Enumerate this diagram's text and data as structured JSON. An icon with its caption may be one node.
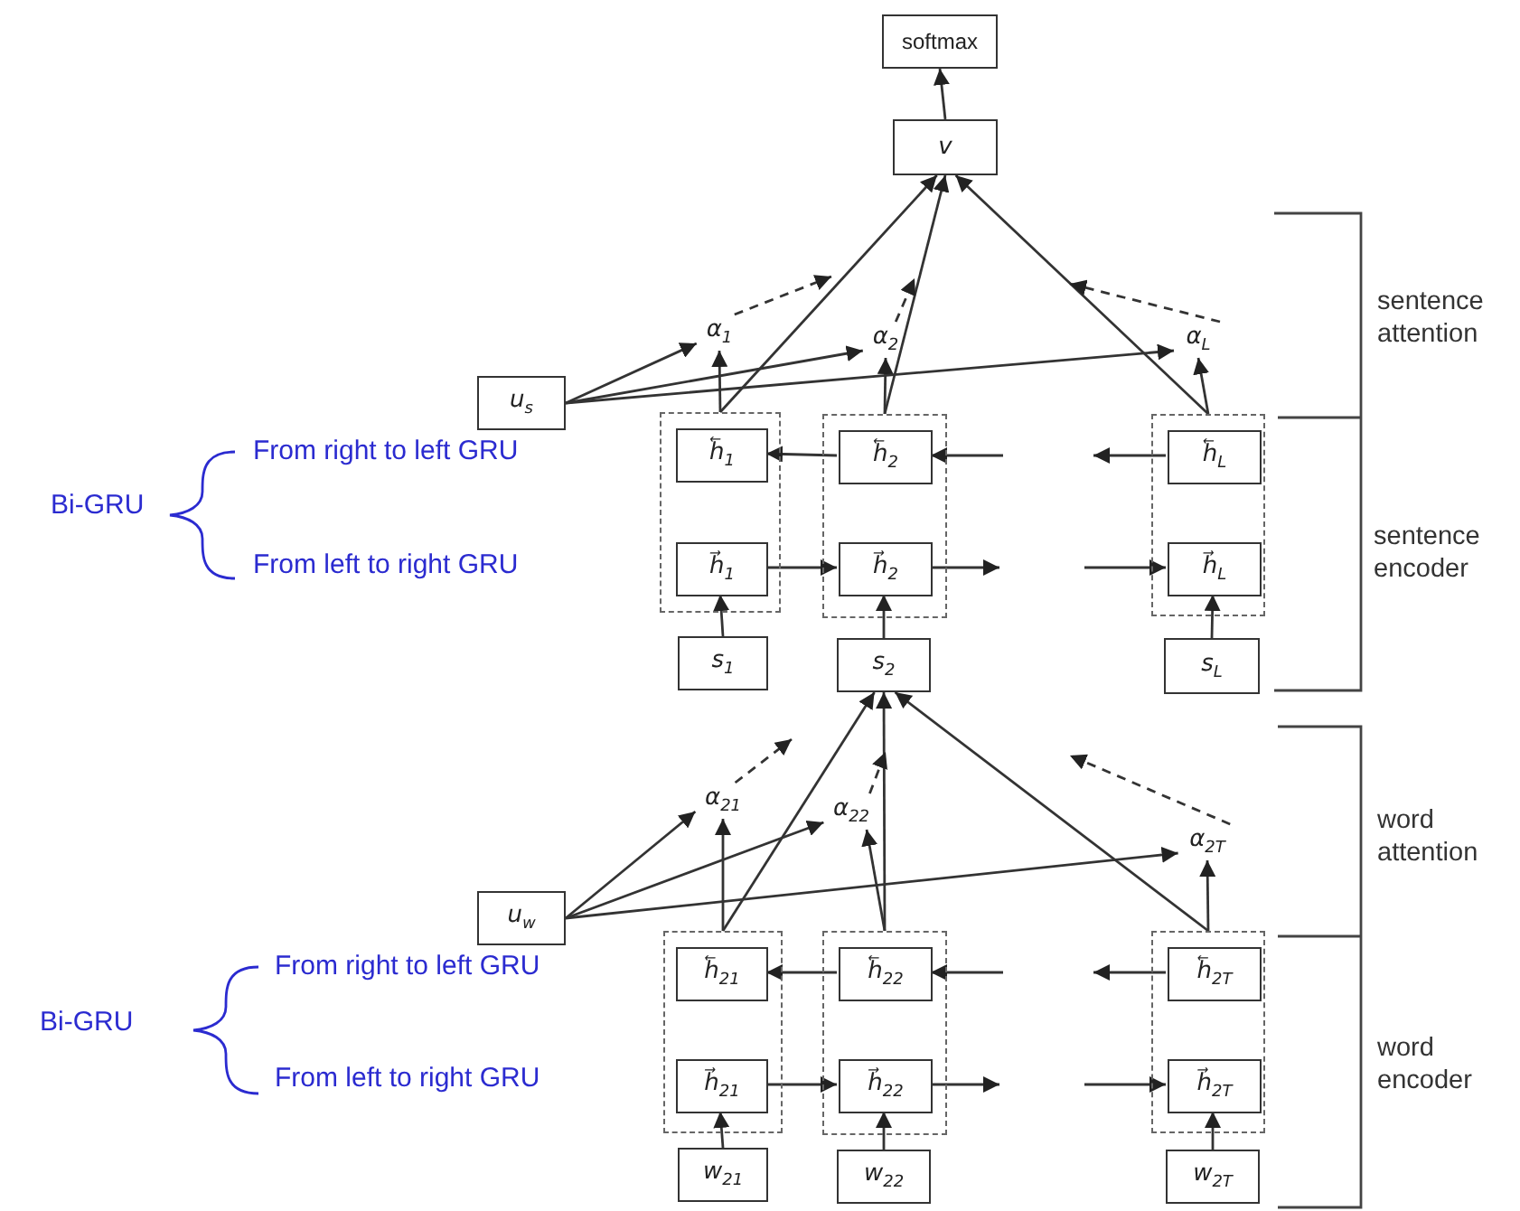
{
  "diagram": {
    "nodes": [
      {
        "text": [
          "softmax"
        ]
      },
      {
        "text": [
          "v"
        ]
      },
      {
        "text": [
          "α$_{1}$"
        ]
      },
      {
        "text": [
          "α$_{2}$"
        ]
      },
      {
        "text": [
          "α$_{L}$"
        ]
      },
      {
        "text": [
          "u$_{s}$"
        ]
      },
      {
        "text": [],
        "shape": "box"
      },
      {
        "text": [
          "h⃖$_{1}$"
        ],
        "in": 6
      },
      {
        "text": [
          "h⃗$_{1}$"
        ],
        "in": 6
      },
      {
        "text": [],
        "shape": "box"
      },
      {
        "text": [
          "h⃖$_{2}$"
        ],
        "in": 9
      },
      {
        "text": [
          "h⃗$_{2}$"
        ],
        "in": 9
      },
      {
        "text": [],
        "shape": "box"
      },
      {
        "text": [
          "h⃖$_{L}$"
        ],
        "in": 12
      },
      {
        "text": [
          "h⃗$_{L}$"
        ],
        "in": 12
      },
      {
        "text": [
          "s$_{1}$"
        ]
      },
      {
        "text": [
          "s$_{2}$"
        ]
      },
      {
        "text": [
          "s$_{L}$"
        ]
      },
      {
        "text": [
          "α$_{21}$"
        ]
      },
      {
        "text": [
          "α$_{22}$"
        ]
      },
      {
        "text": [
          "α$_{2T}$"
        ]
      },
      {
        "text": [
          "u$_{w}$"
        ]
      },
      {
        "text": [],
        "shape": "box"
      },
      {
        "text": [
          "h⃖$_{21}$"
        ],
        "in": 22
      },
      {
        "text": [
          "h⃗$_{21}$"
        ],
        "in": 22
      },
      {
        "text": [],
        "shape": "box"
      },
      {
        "text": [
          "h⃖$_{22}$"
        ],
        "in": 25
      },
      {
        "text": [
          "h⃗$_{22}$"
        ],
        "in": 25
      },
      {
        "text": [],
        "shape": "box"
      },
      {
        "text": [
          "h⃖$_{2T}$"
        ],
        "in": 28
      },
      {
        "text": [
          "h⃗$_{2T}$"
        ],
        "in": 28
      },
      {
        "text": [
          "w$_{21}$"
        ]
      },
      {
        "text": [
          "w$_{22}$"
        ]
      },
      {
        "text": [
          "w$_{2T}$"
        ]
      }
    ],
    "edges": [
      {
        "from": 1,
        "to": 0,
        "arrow": "to"
      },
      {
        "from": 6,
        "to": 1,
        "arrow": "to"
      },
      {
        "from": 9,
        "to": 1,
        "arrow": "to"
      },
      {
        "from": 12,
        "to": 1,
        "arrow": "to"
      },
      {
        "from": 6,
        "to": 2,
        "arrow": "to"
      },
      {
        "from": 9,
        "to": 3,
        "arrow": "to"
      },
      {
        "from": 12,
        "to": 4,
        "arrow": "to"
      },
      {
        "from": 5,
        "to": 2,
        "arrow": "to"
      },
      {
        "from": 5,
        "to": 3,
        "arrow": "to"
      },
      {
        "from": 5,
        "to": 4,
        "arrow": "to"
      },
      {
        "from": 2,
        "to": null,
        "arrow": "to",
        "style": "dashed"
      },
      {
        "from": 3,
        "to": null,
        "arrow": "to",
        "style": "dashed"
      },
      {
        "from": 4,
        "to": null,
        "arrow": "to",
        "style": "dashed"
      },
      {
        "from": 10,
        "to": 7,
        "arrow": "to"
      },
      {
        "from": null,
        "to": 10,
        "arrow": "to"
      },
      {
        "from": 13,
        "to": null,
        "arrow": "to"
      },
      {
        "from": 8,
        "to": 11,
        "arrow": "to"
      },
      {
        "from": 11,
        "to": null,
        "arrow": "to"
      },
      {
        "from": null,
        "to": 14,
        "arrow": "to"
      },
      {
        "from": 15,
        "to": 8,
        "arrow": "to"
      },
      {
        "from": 16,
        "to": 11,
        "arrow": "to"
      },
      {
        "from": 17,
        "to": 14,
        "arrow": "to"
      },
      {
        "from": 22,
        "to": 16,
        "arrow": "to"
      },
      {
        "from": 25,
        "to": 16,
        "arrow": "to"
      },
      {
        "from": 28,
        "to": 16,
        "arrow": "to"
      },
      {
        "from": 22,
        "to": 18,
        "arrow": "to"
      },
      {
        "from": 25,
        "to": 19,
        "arrow": "to"
      },
      {
        "from": 28,
        "to": 20,
        "arrow": "to"
      },
      {
        "from": 21,
        "to": 18,
        "arrow": "to"
      },
      {
        "from": 21,
        "to": 19,
        "arrow": "to"
      },
      {
        "from": 21,
        "to": 20,
        "arrow": "to"
      },
      {
        "from": 18,
        "to": null,
        "arrow": "to",
        "style": "dashed"
      },
      {
        "from": 19,
        "to": null,
        "arrow": "to",
        "style": "dashed"
      },
      {
        "from": 20,
        "to": null,
        "arrow": "to",
        "style": "dashed"
      },
      {
        "from": 26,
        "to": 23,
        "arrow": "to"
      },
      {
        "from": null,
        "to": 26,
        "arrow": "to"
      },
      {
        "from": 29,
        "to": null,
        "arrow": "to"
      },
      {
        "from": 24,
        "to": 27,
        "arrow": "to"
      },
      {
        "from": 27,
        "to": null,
        "arrow": "to"
      },
      {
        "from": null,
        "to": 30,
        "arrow": "to"
      },
      {
        "from": 31,
        "to": 24,
        "arrow": "to"
      },
      {
        "from": 32,
        "to": 27,
        "arrow": "to"
      },
      {
        "from": 33,
        "to": 30,
        "arrow": "to"
      }
    ],
    "labels": [
      "sentence attention",
      "From right to left GRU",
      "Bi-GRU",
      "From left to right GRU",
      "sentence encoder",
      "word attention",
      "From right to left GRU",
      "Bi-GRU",
      "From left to right GRU",
      "word encoder"
    ]
  }
}
